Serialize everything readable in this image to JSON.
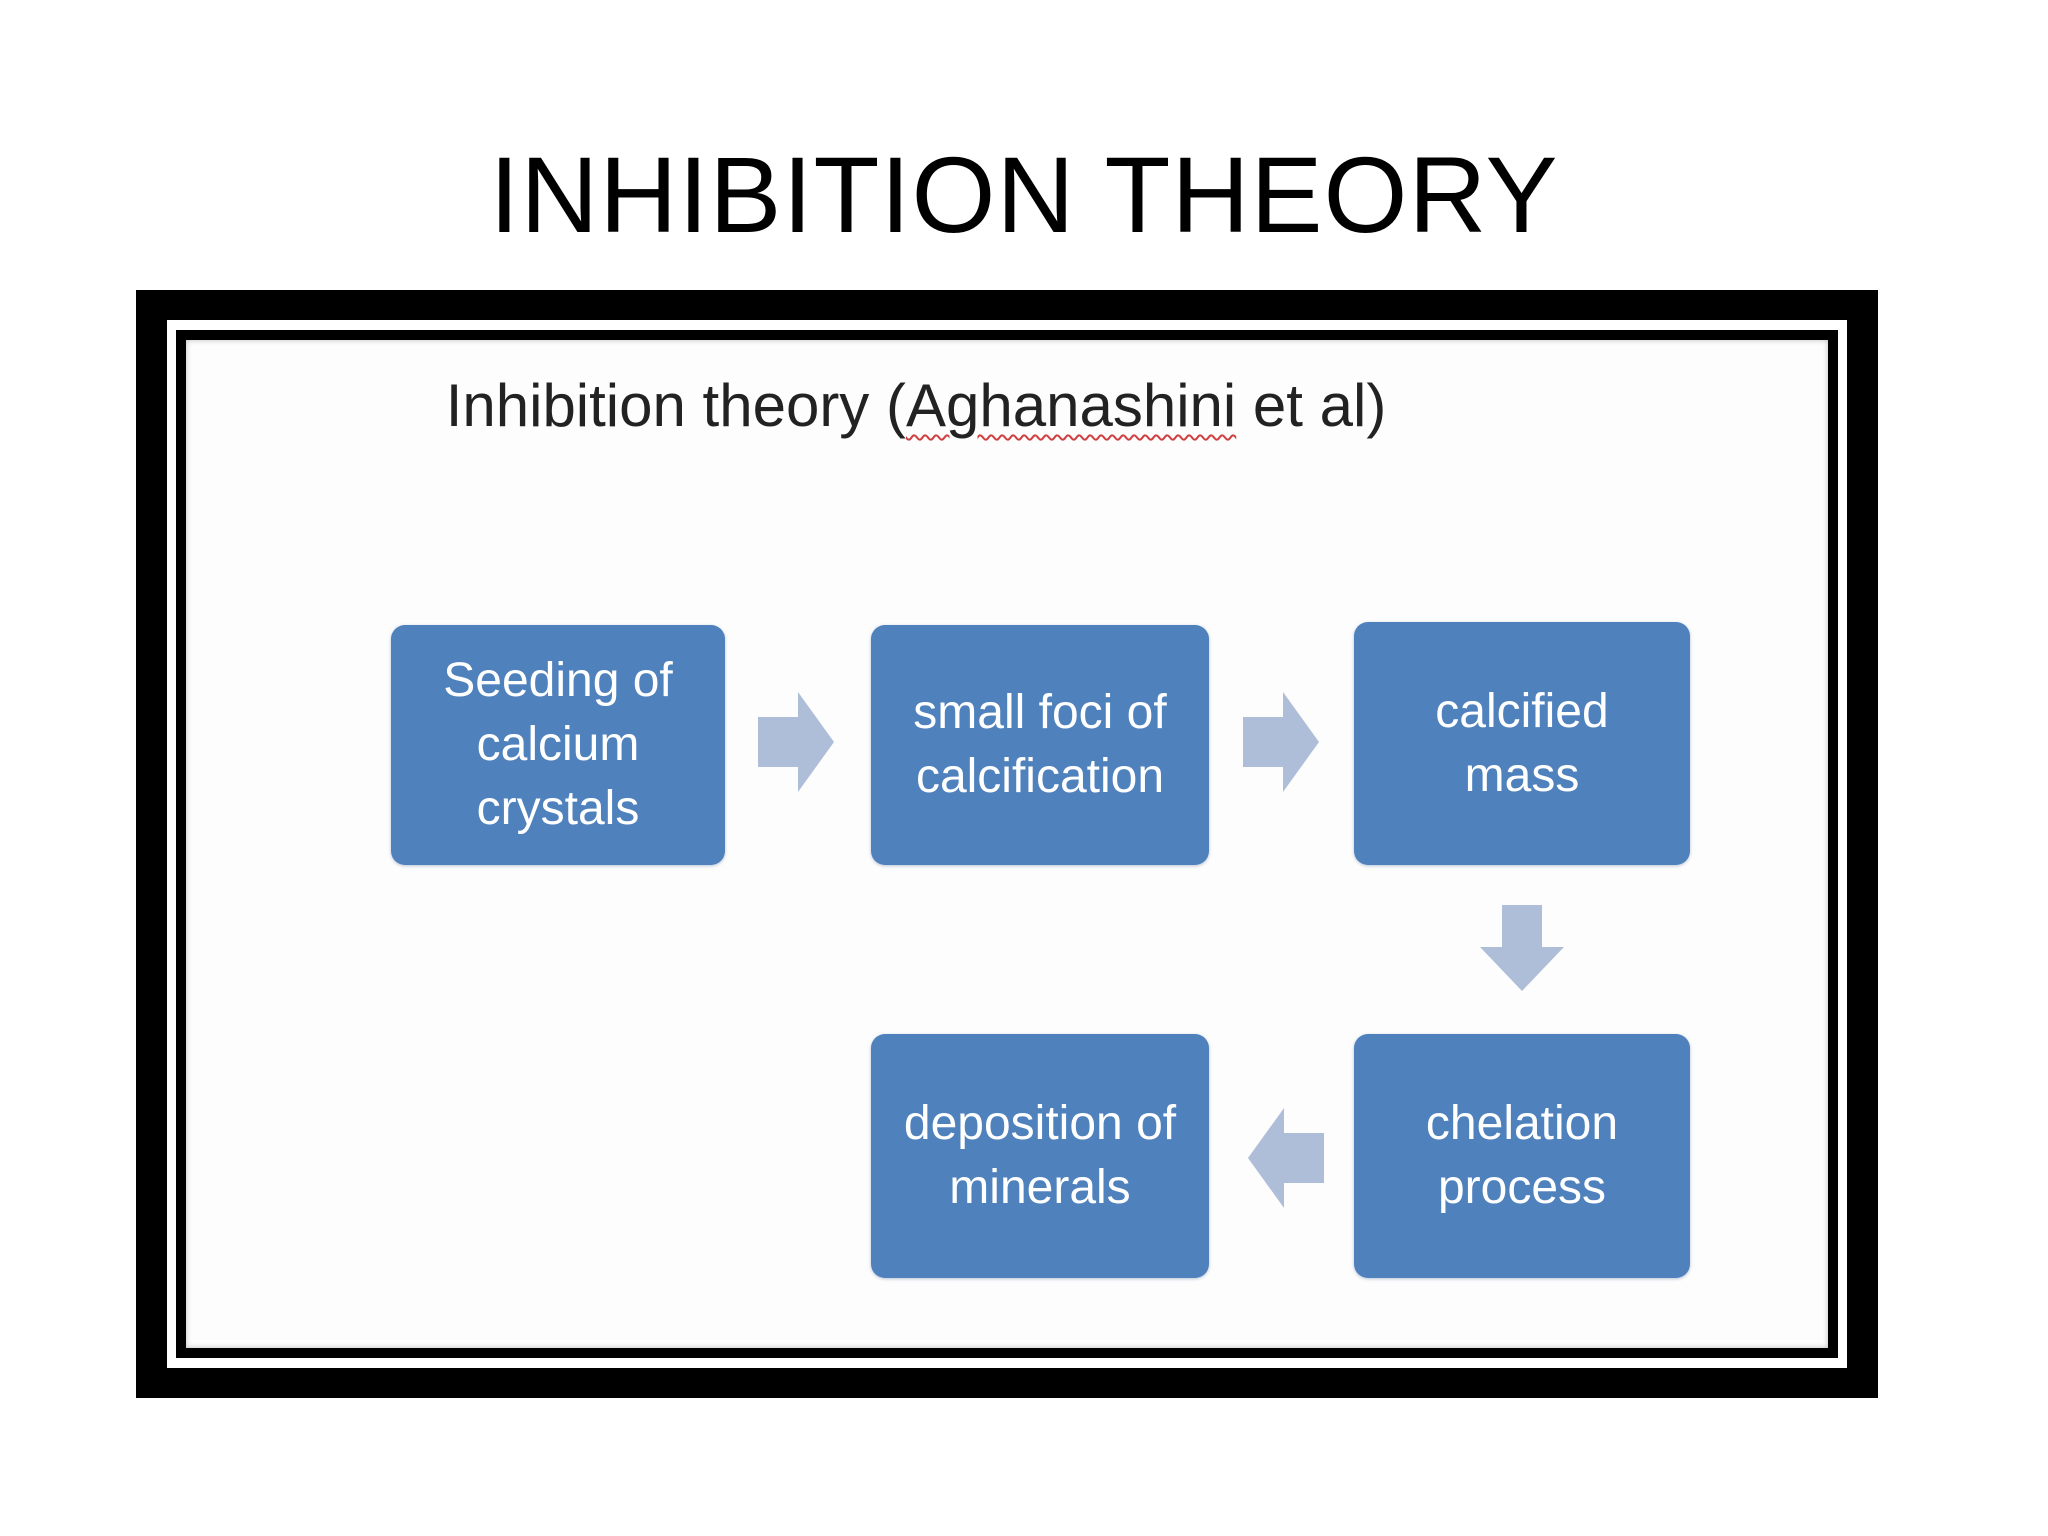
{
  "slide": {
    "title": "INHIBITION THEORY"
  },
  "figure": {
    "title_prefix": "Inhibition theory (",
    "title_author": "Aghanashini",
    "title_suffix": " et al)",
    "boxes": [
      "Seeding of calcium crystals",
      "small foci of calcification",
      "calcified mass",
      "chelation process",
      "deposition of minerals"
    ]
  },
  "colors": {
    "box_fill": "#4f81bd",
    "arrow_fill": "#aebed8",
    "frame": "#000000"
  }
}
